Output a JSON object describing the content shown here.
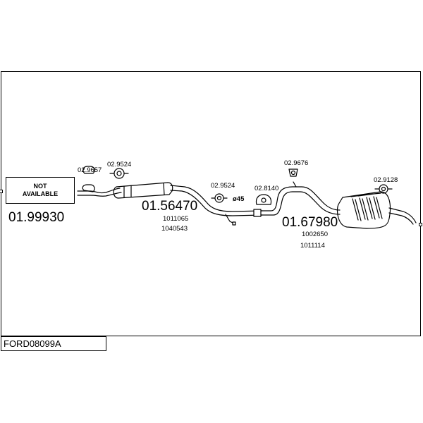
{
  "diagram": {
    "title": "FORD08099A",
    "not_available": {
      "line1": "NOT",
      "line2": "AVAILABLE"
    },
    "parts": [
      {
        "number": "01.99930"
      },
      {
        "number": "01.56470",
        "refs": [
          "1011065",
          "1040543"
        ]
      },
      {
        "number": "01.67980",
        "refs": [
          "1002650",
          "1011114"
        ]
      }
    ],
    "accessories": [
      "02.9657",
      "02.9524",
      "02.9524",
      "02.8140",
      "02.9676",
      "02.9128"
    ],
    "diameter_label": "ø45"
  }
}
